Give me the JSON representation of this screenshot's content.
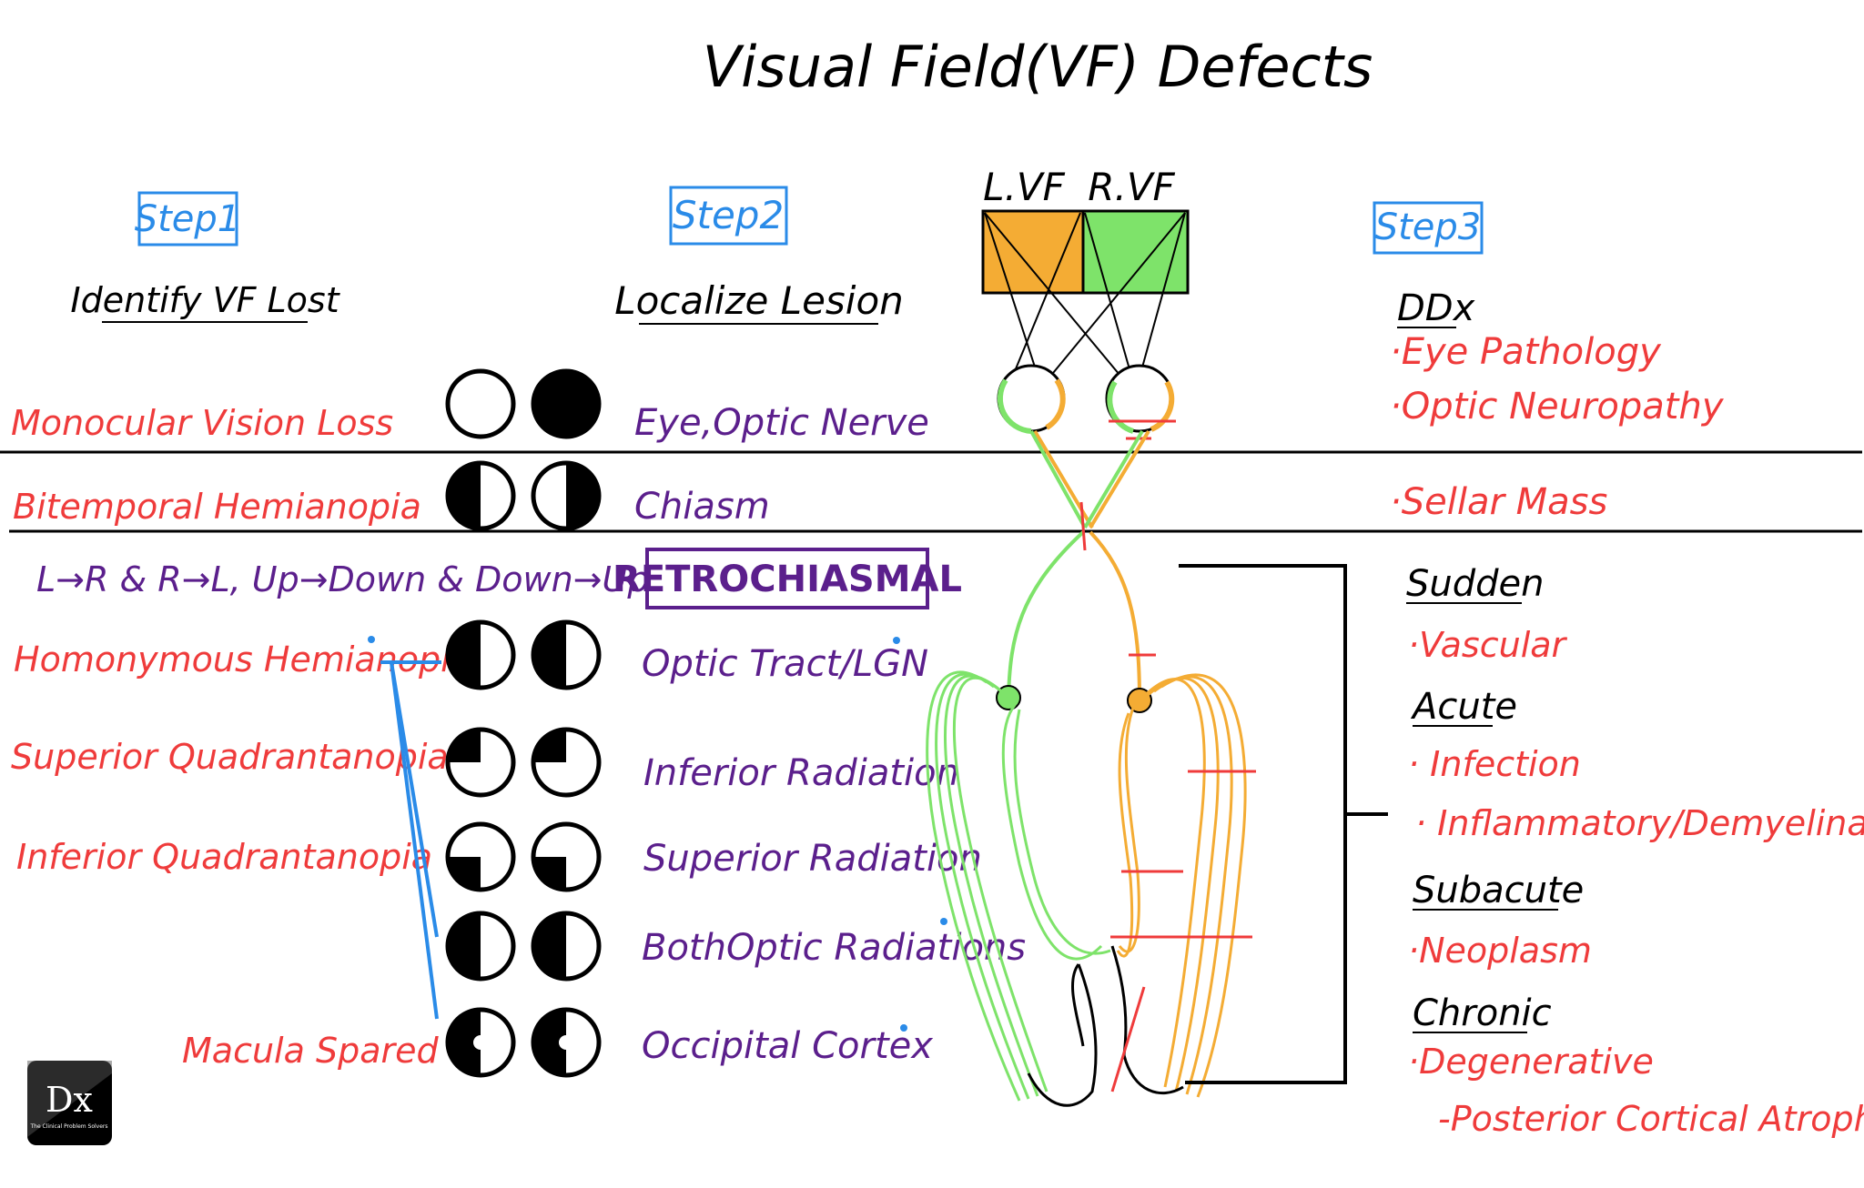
{
  "title": "Visual Field(VF) Defects",
  "steps": {
    "step1": {
      "box": "Step1",
      "heading": "Identify VF Lost"
    },
    "step2": {
      "box": "Step2",
      "heading": "Localize Lesion"
    },
    "step3": {
      "box": "Step3",
      "heading": "DDx"
    }
  },
  "field_labels": {
    "left": "L.VF",
    "right": "R.VF"
  },
  "rows": [
    {
      "defect": "Monocular Vision Loss",
      "lesion": "Eye,Optic Nerve",
      "fields": [
        "empty",
        "full"
      ]
    },
    {
      "defect": "Bitemporal Hemianopia",
      "lesion": "Chiasm",
      "fields": [
        "left-half",
        "right-half"
      ]
    },
    {
      "defect": "Homonymous Hemianopia",
      "lesion": "Optic Tract/LGN",
      "fields": [
        "left-half",
        "left-half"
      ]
    },
    {
      "defect": "Superior Quadrantanopia",
      "lesion": "Inferior Radiation",
      "fields": [
        "upper-left",
        "upper-left"
      ]
    },
    {
      "defect": "Inferior Quadrantanopia",
      "lesion": "Superior Radiation",
      "fields": [
        "lower-left",
        "lower-left"
      ]
    },
    {
      "defect": "",
      "lesion": "BothOptic Radiations",
      "fields": [
        "left-half",
        "left-half"
      ]
    },
    {
      "defect": "Macula Spared",
      "lesion": "Occipital Cortex",
      "fields": [
        "left-half-spared",
        "left-half-spared"
      ]
    }
  ],
  "retro_rule": "L→R & R→L, Up→Down & Down→Up",
  "retro_label": "RETROCHIASMAL",
  "ddx_upper": [
    "·Eye Pathology",
    "·Optic Neuropathy"
  ],
  "ddx_chiasm": "·Sellar Mass",
  "ddx_timing": [
    {
      "heading": "Sudden",
      "items": [
        "·Vascular"
      ]
    },
    {
      "heading": "Acute",
      "items": [
        "· Infection",
        "· Inflammatory/Demyelinating"
      ]
    },
    {
      "heading": "Subacute",
      "items": [
        "·Neoplasm"
      ]
    },
    {
      "heading": "Chronic",
      "items": [
        "·Degenerative",
        "-Posterior Cortical Atrophy"
      ]
    }
  ],
  "logo": "Dx",
  "logo_caption": "The Clinical Problem Solvers",
  "colors": {
    "red": "#ef3b3b",
    "purple": "#5b1f8c",
    "blue": "#2a8be8",
    "orange": "#f4ac34",
    "green": "#7ee36a",
    "black": "#000000"
  }
}
